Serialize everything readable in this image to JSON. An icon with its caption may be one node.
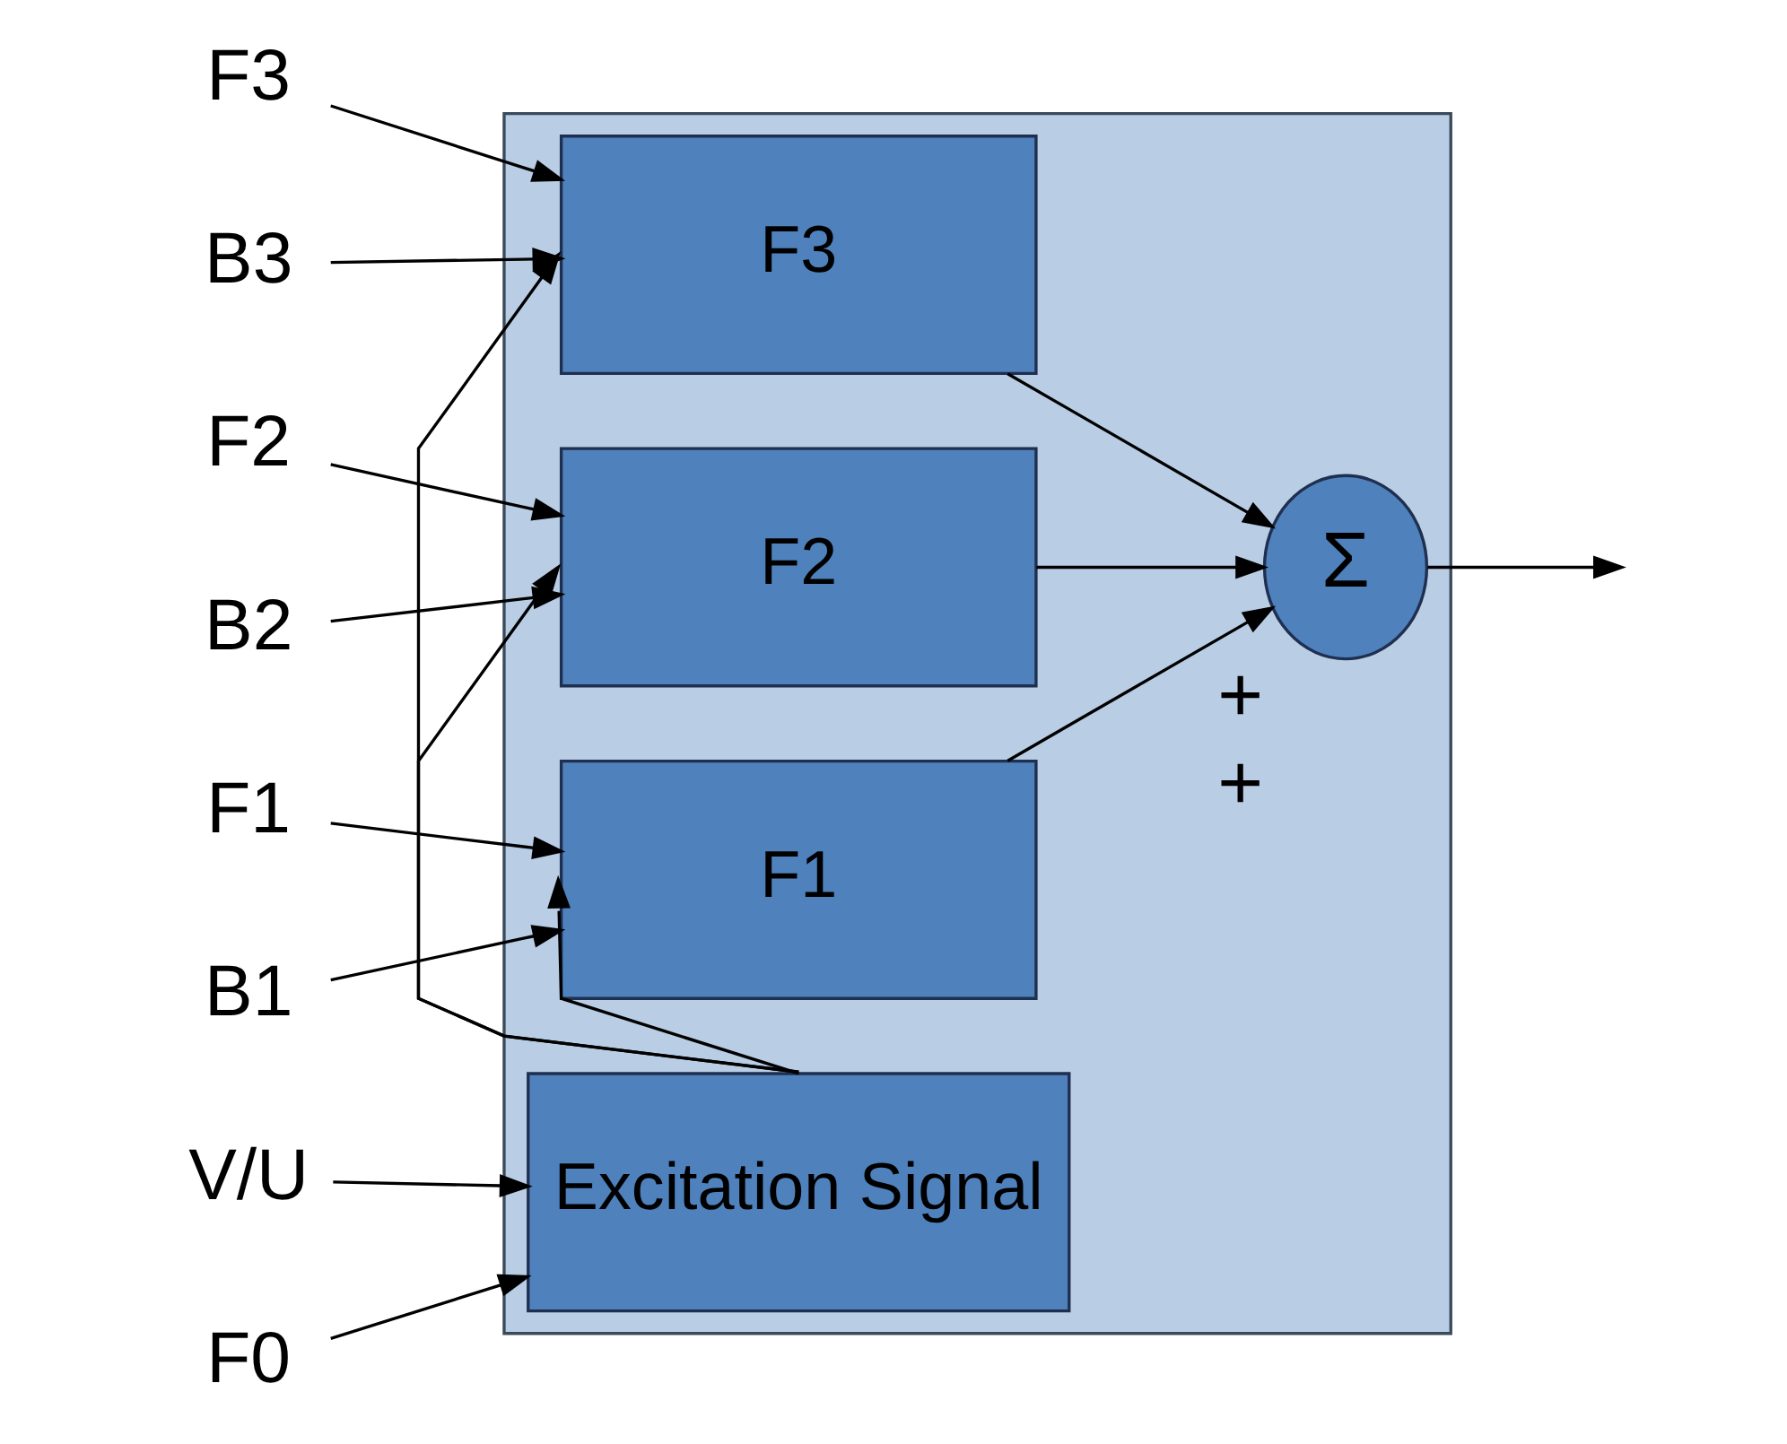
{
  "diagram": {
    "nodes": [
      {
        "text": [],
        "shape": "box"
      },
      {
        "text": [
          "F3"
        ]
      },
      {
        "text": [
          "B3"
        ]
      },
      {
        "text": [
          "F2"
        ]
      },
      {
        "text": [
          "B2"
        ]
      },
      {
        "text": [
          "F1"
        ]
      },
      {
        "text": [
          "B1"
        ]
      },
      {
        "text": [
          "V/U"
        ]
      },
      {
        "text": [
          "F0"
        ]
      },
      {
        "text": [
          "F3"
        ],
        "in": 0
      },
      {
        "text": [
          "F2"
        ],
        "in": 0
      },
      {
        "text": [
          "F1"
        ],
        "in": 0
      },
      {
        "text": [
          "Excitation Signal"
        ],
        "in": 0
      },
      {
        "text": [
          "Σ"
        ],
        "in": 0,
        "beside": [
          "+",
          "+"
        ]
      }
    ],
    "edges": [
      {
        "from": 1,
        "to": 9,
        "arrow": "to"
      },
      {
        "from": 2,
        "to": 9,
        "arrow": "to"
      },
      {
        "from": 3,
        "to": 10,
        "arrow": "to"
      },
      {
        "from": 4,
        "to": 10,
        "arrow": "to"
      },
      {
        "from": 5,
        "to": 11,
        "arrow": "to"
      },
      {
        "from": 6,
        "to": 11,
        "arrow": "to"
      },
      {
        "from": 7,
        "to": 12,
        "arrow": "to"
      },
      {
        "from": 8,
        "to": 12,
        "arrow": "to"
      },
      {
        "from": 12,
        "to": 9,
        "arrow": "to"
      },
      {
        "from": 12,
        "to": 10,
        "arrow": "to"
      },
      {
        "from": 12,
        "to": 11,
        "arrow": "to"
      },
      {
        "from": 9,
        "to": 13,
        "arrow": "to"
      },
      {
        "from": 10,
        "to": 13,
        "arrow": "to"
      },
      {
        "from": 11,
        "to": 13,
        "arrow": "to"
      },
      {
        "from": 13,
        "to": null,
        "arrow": "to"
      }
    ]
  }
}
